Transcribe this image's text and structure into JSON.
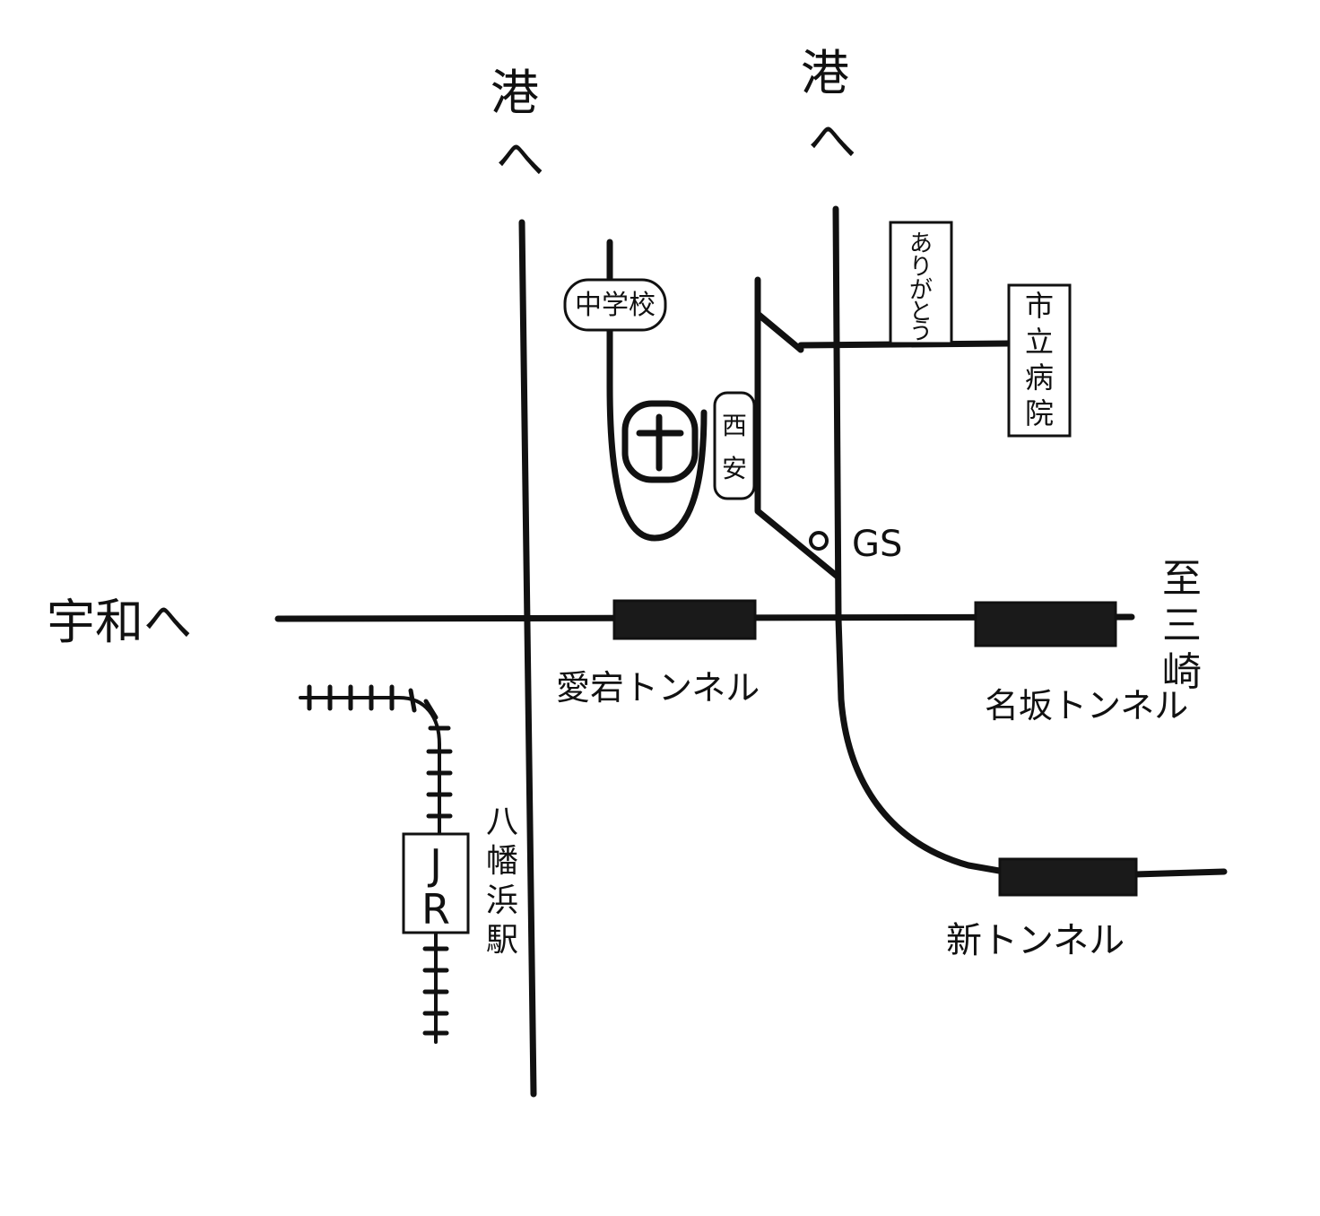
{
  "labels": {
    "to_port_left": "港へ",
    "to_port_right": "港へ",
    "to_uwa": "宇和へ",
    "to_misaki": "至三崎",
    "middle_school": "中学校",
    "nishiyasu": "西安",
    "arigatou": "ありがとう",
    "city_hospital": "市立病院",
    "gas_station": "GS",
    "atago_tunnel": "愛宕トンネル",
    "nasaka_tunnel": "名坂トンネル",
    "new_tunnel": "新トンネル",
    "jr": "JR",
    "yawatahama_station": "八幡浜駅"
  },
  "icons": {
    "church": "cross-icon",
    "gas_station": "circle-icon",
    "railway": "railway-track-icon",
    "tunnel": "tunnel-icon"
  },
  "colors": {
    "ink": "#111111",
    "paper": "#ffffff",
    "tunnel_fill": "#1a1a1a"
  }
}
